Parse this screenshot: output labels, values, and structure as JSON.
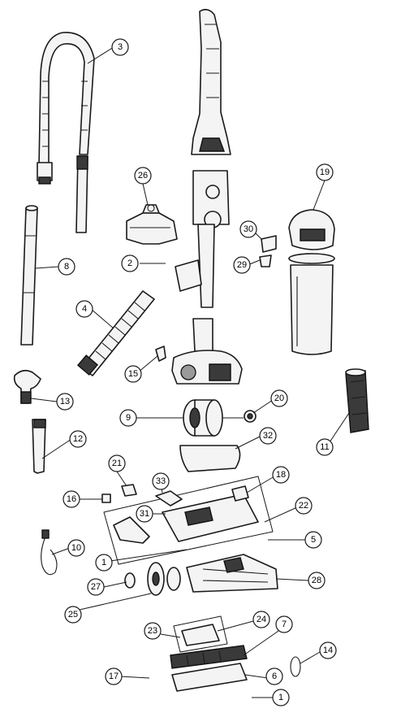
{
  "diagram": {
    "callouts": [
      {
        "id": "c3",
        "label": "3"
      },
      {
        "id": "c26",
        "label": "26"
      },
      {
        "id": "c19",
        "label": "19"
      },
      {
        "id": "c30",
        "label": "30"
      },
      {
        "id": "c29",
        "label": "29"
      },
      {
        "id": "c2",
        "label": "2"
      },
      {
        "id": "c8",
        "label": "8"
      },
      {
        "id": "c4",
        "label": "4"
      },
      {
        "id": "c15",
        "label": "15"
      },
      {
        "id": "c13",
        "label": "13"
      },
      {
        "id": "c20",
        "label": "20"
      },
      {
        "id": "c9",
        "label": "9"
      },
      {
        "id": "c12",
        "label": "12"
      },
      {
        "id": "c32",
        "label": "32"
      },
      {
        "id": "c11",
        "label": "11"
      },
      {
        "id": "c21",
        "label": "21"
      },
      {
        "id": "c18",
        "label": "18"
      },
      {
        "id": "c33",
        "label": "33"
      },
      {
        "id": "c16",
        "label": "16"
      },
      {
        "id": "c22",
        "label": "22"
      },
      {
        "id": "c31",
        "label": "31"
      },
      {
        "id": "c5",
        "label": "5"
      },
      {
        "id": "c10",
        "label": "10"
      },
      {
        "id": "c1a",
        "label": "1"
      },
      {
        "id": "c27",
        "label": "27"
      },
      {
        "id": "c28",
        "label": "28"
      },
      {
        "id": "c25",
        "label": "25"
      },
      {
        "id": "c24",
        "label": "24"
      },
      {
        "id": "c7",
        "label": "7"
      },
      {
        "id": "c23",
        "label": "23"
      },
      {
        "id": "c14",
        "label": "14"
      },
      {
        "id": "c6",
        "label": "6"
      },
      {
        "id": "c17",
        "label": "17"
      },
      {
        "id": "c1b",
        "label": "1"
      }
    ]
  }
}
